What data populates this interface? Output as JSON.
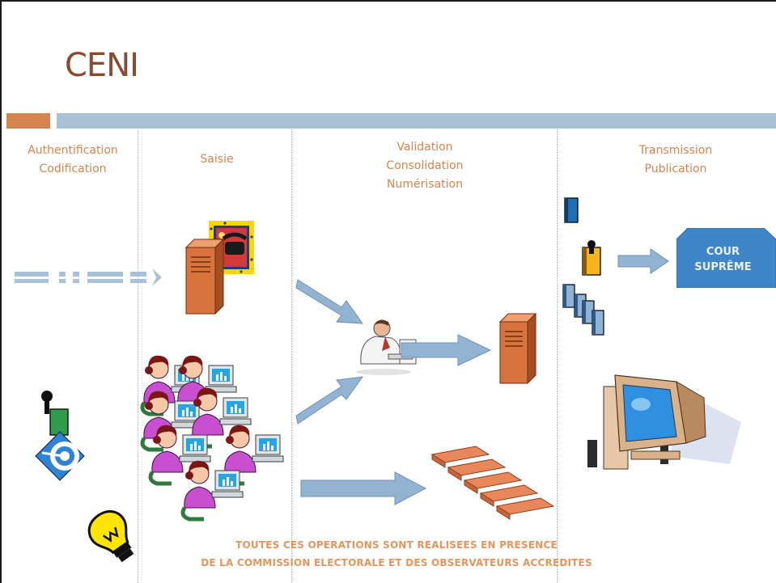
{
  "slide": {
    "title": "CENI",
    "columns": [
      {
        "label": "Authentification\nCodification"
      },
      {
        "label": "Saisie"
      },
      {
        "label": "Validation\nConsolidation\nNumérisation"
      },
      {
        "label": "Transmission\nPublication"
      }
    ],
    "destination_label": "COUR\nSUPRÊME",
    "footer_line1": "TOUTES CES OPERATIONS SONT REALISEES EN PRESENCE",
    "footer_line2": "DE LA COMMISSION ELECTORALE ET DES OBSERVATEURS ACCREDITES"
  },
  "colors": {
    "title": "#8a4a2e",
    "accent_orange": "#d7834d",
    "accent_blue": "#a9c1d6",
    "arrow_fill": "#93b3d3",
    "arrow_stroke": "#6d90b6",
    "server": "#d9733d",
    "destination_box": "#3f86c8"
  },
  "icons": [
    "dashed-connector-icon",
    "server-icon",
    "telephone-icon",
    "data-entry-operators-icon",
    "supervisor-icon",
    "stacked-documents-icon",
    "blue-book-icon",
    "yellow-book-icon",
    "book-stack-icon",
    "computer-icon",
    "security-badge-icon",
    "target-icon",
    "lightbulb-icon"
  ]
}
